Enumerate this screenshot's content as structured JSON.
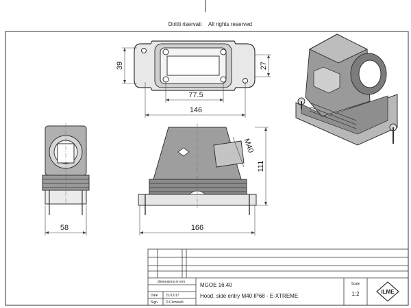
{
  "notice": {
    "left": "Diritti riservati",
    "right": "All rights reserved"
  },
  "dimensions": {
    "top_height": "39",
    "top_right_height": "27",
    "top_inner_width": "77.5",
    "top_total_width": "146",
    "front_thread": "M40",
    "front_height": "111",
    "side_width": "58",
    "front_width": "166"
  },
  "title_block": {
    "units_note": "dimensions in mm",
    "date_label": "Date",
    "date_value": "21/12/17",
    "sign_label": "Sign.",
    "sign_value": "D.Cominelli",
    "code": "MGOE 16.40",
    "description": "Hood, side entry M40 IP68 - E-XTREME",
    "scale_label": "Scale",
    "scale_value": "1:2",
    "logo_text": "ILME"
  }
}
